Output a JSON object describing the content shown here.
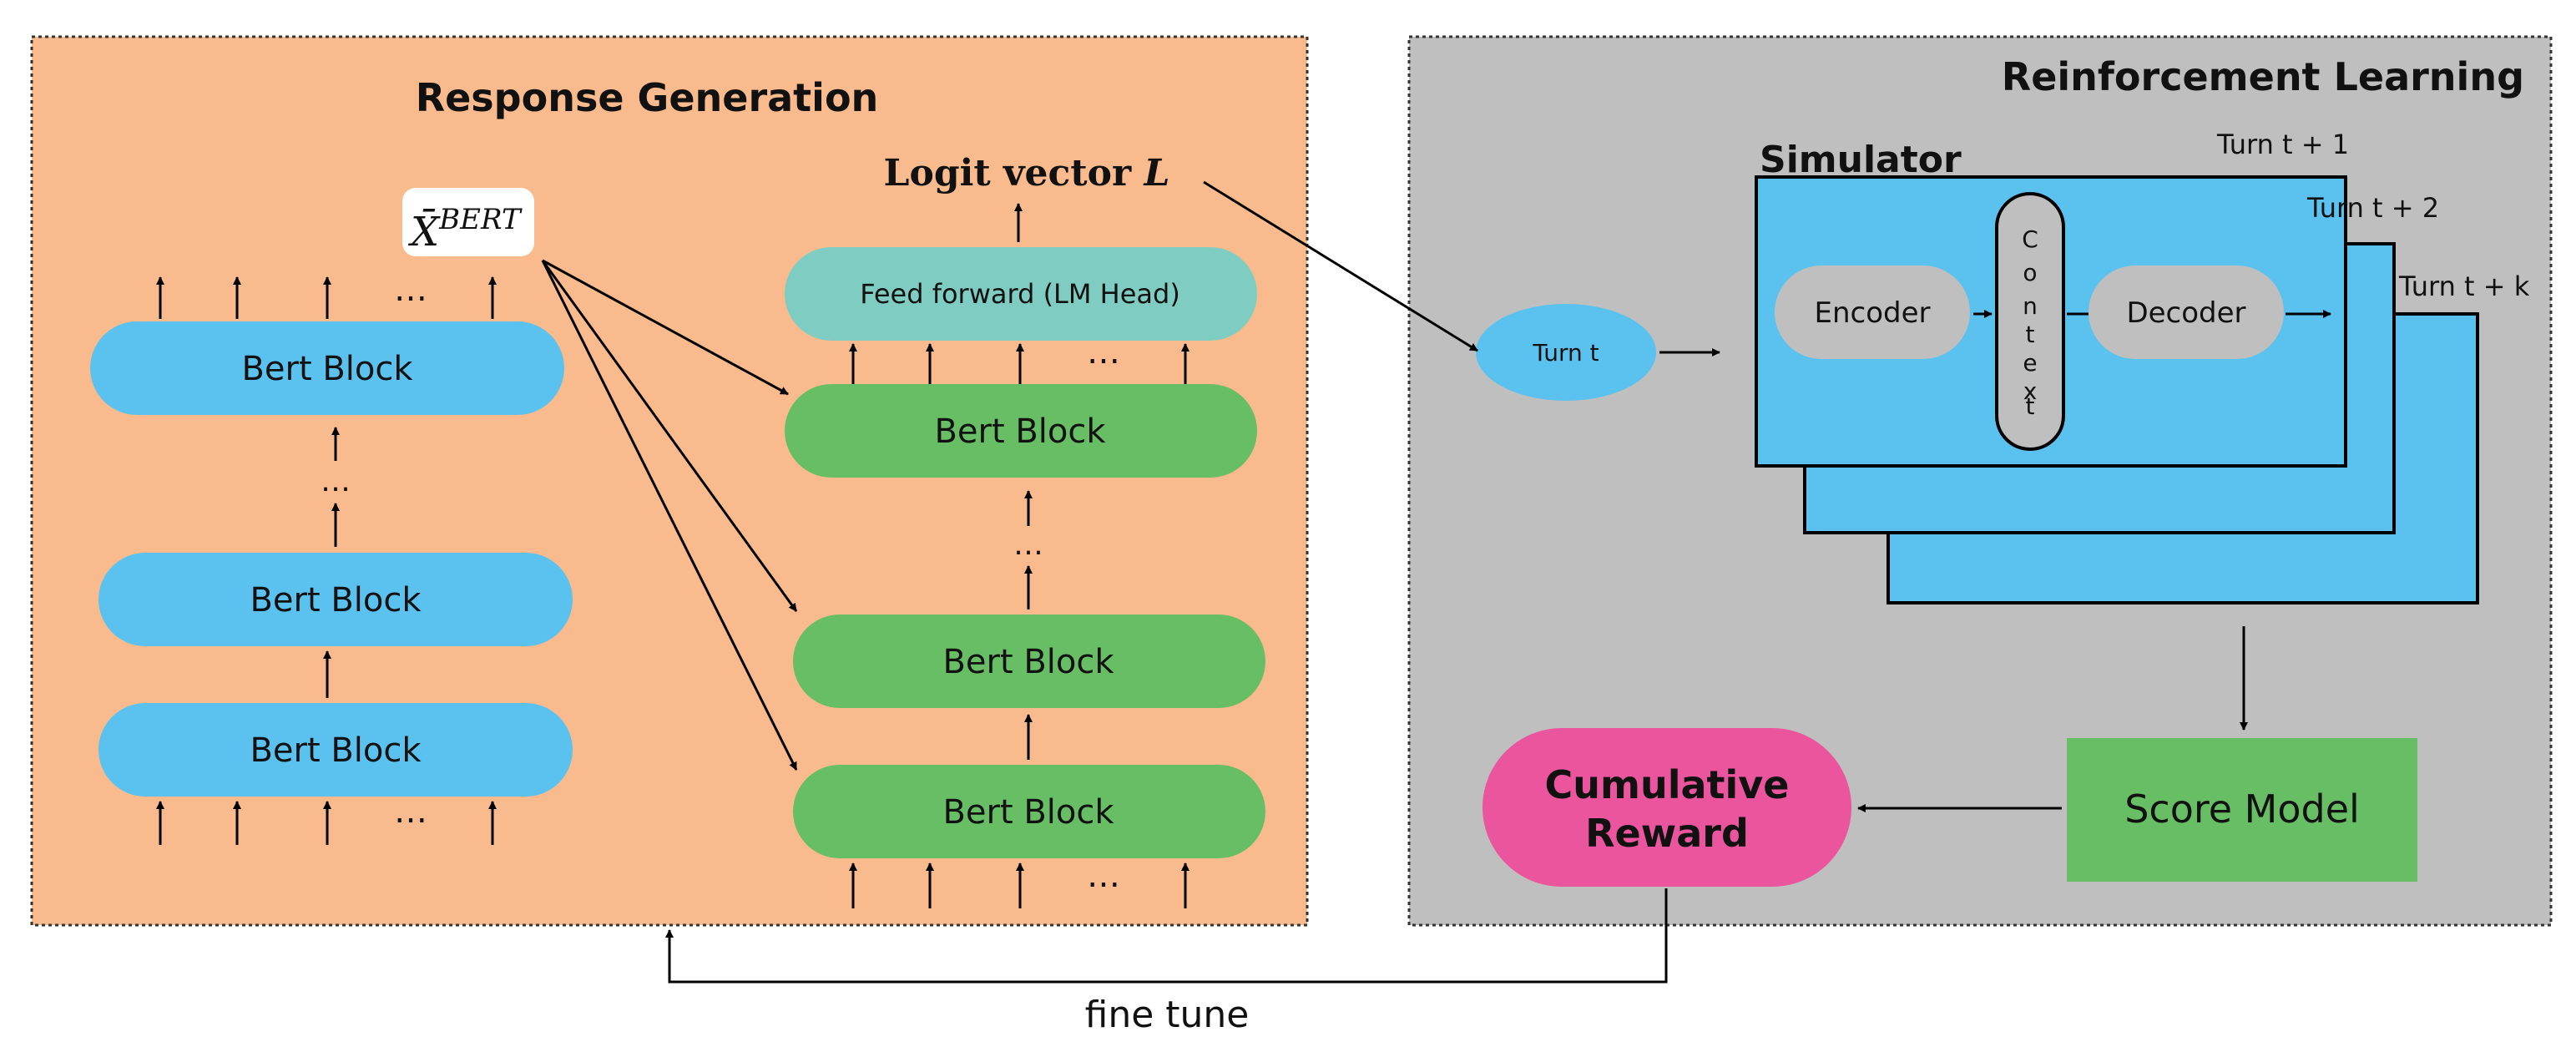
{
  "colors": {
    "orange_panel": "#F9BB8D",
    "gray_panel": "#C0BFBF",
    "bert_blue": "#5BC2EF",
    "bert_green": "#67BE64",
    "lm_head_teal": "#7FCDC2",
    "encoder_gray": "#C0BFBF",
    "score_green": "#67BE64",
    "reward_pink": "#EA559E",
    "line": "#000000"
  },
  "left_panel": {
    "title": "Response Generation",
    "xbert_label": "X̄",
    "xbert_superscript": "BERT",
    "encoder_stack": {
      "top_block": "Bert Block",
      "middle_block": "Bert Block",
      "bottom_block": "Bert Block",
      "ellipsis": "…"
    },
    "decoder_stack": {
      "lm_head": "Feed forward (LM Head)",
      "top_block": "Bert Block",
      "middle_block": "Bert Block",
      "bottom_block": "Bert Block",
      "ellipsis": "…",
      "logit_label": "Logit vector",
      "logit_symbol": "L"
    }
  },
  "right_panel": {
    "title": "Reinforcement Learning",
    "simulator_label": "Simulator",
    "turn_t": "Turn t",
    "turn_t1": "Turn t + 1",
    "turn_t2": "Turn t + 2",
    "turn_tk": "Turn t + k",
    "encoder": "Encoder",
    "context_letters": [
      "C",
      "o",
      "n",
      "t",
      "e",
      "x",
      "t"
    ],
    "decoder": "Decoder",
    "score_model": "Score Model",
    "reward_line1": "Cumulative",
    "reward_line2": "Reward"
  },
  "feedback_label": "fine tune"
}
